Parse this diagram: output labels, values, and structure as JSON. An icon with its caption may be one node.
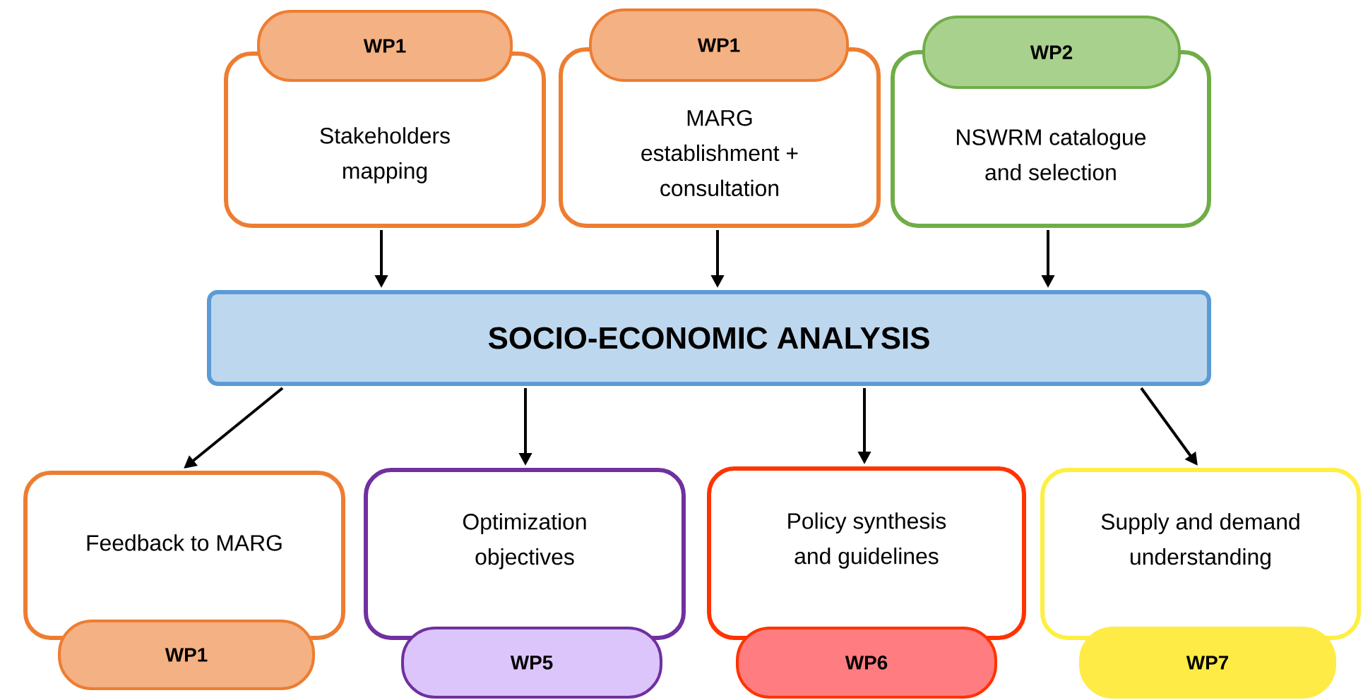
{
  "diagram": {
    "nodes": [
      {
        "text": [
          "WP1"
        ]
      },
      {
        "text": [
          "Stakeholders mapping"
        ]
      },
      {
        "text": [
          "WP1"
        ]
      },
      {
        "text": [
          "MARG establishment + consultation"
        ]
      },
      {
        "text": [
          "WP2"
        ]
      },
      {
        "text": [
          "NSWRM catalogue and selection"
        ]
      },
      {
        "text": [
          "SOCIO-ECONOMIC ANALYSIS"
        ]
      },
      {
        "text": [
          "Feedback to MARG"
        ]
      },
      {
        "text": [
          "WP1"
        ]
      },
      {
        "text": [
          "Optimization objectives"
        ]
      },
      {
        "text": [
          "WP5"
        ]
      },
      {
        "text": [
          "Policy synthesis and guidelines"
        ]
      },
      {
        "text": [
          "WP6"
        ]
      },
      {
        "text": [
          "Supply and demand understanding"
        ]
      },
      {
        "text": [
          "WP7"
        ]
      }
    ],
    "edges": [
      {
        "from": 1,
        "to": 6,
        "arrow": "to"
      },
      {
        "from": 3,
        "to": 6,
        "arrow": "to"
      },
      {
        "from": 5,
        "to": 6,
        "arrow": "to"
      },
      {
        "from": 6,
        "to": 7,
        "arrow": "to"
      },
      {
        "from": 6,
        "to": 9,
        "arrow": "to"
      },
      {
        "from": 6,
        "to": 11,
        "arrow": "to"
      },
      {
        "from": 6,
        "to": 13,
        "arrow": "to"
      }
    ]
  }
}
